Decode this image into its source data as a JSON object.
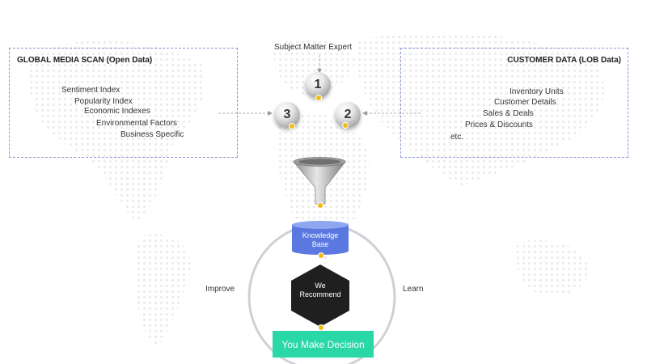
{
  "colors": {
    "panel_border": "#8a96d6",
    "database": "#5a78e0",
    "hexagon": "#1f1f1f",
    "decision": "#2ad7a6",
    "dot": "#f5b914",
    "cycle_ring": "#cfd0d6"
  },
  "sme_label": "Subject Matter Expert",
  "left_panel": {
    "title": "GLOBAL MEDIA SCAN (Open Data)",
    "items": [
      "Sentiment Index",
      "Popularity Index",
      "Economic Indexes",
      "Environmental Factors",
      "Business Specific"
    ]
  },
  "right_panel": {
    "title": "CUSTOMER DATA (LOB Data)",
    "items": [
      "Inventory Units",
      "Customer Details",
      "Sales & Deals",
      "Prices & Discounts",
      "etc."
    ]
  },
  "balls": [
    "1",
    "2",
    "3"
  ],
  "knowledge_base": {
    "line1": "Knowledge",
    "line2": "Base"
  },
  "recommend": {
    "line1": "We",
    "line2": "Recommend"
  },
  "cycle": {
    "improve": "Improve",
    "learn": "Learn"
  },
  "decision_label": "You Make Decision",
  "icons": {
    "funnel": "funnel-icon",
    "database": "database-icon",
    "world_map": "world-map-dots"
  }
}
